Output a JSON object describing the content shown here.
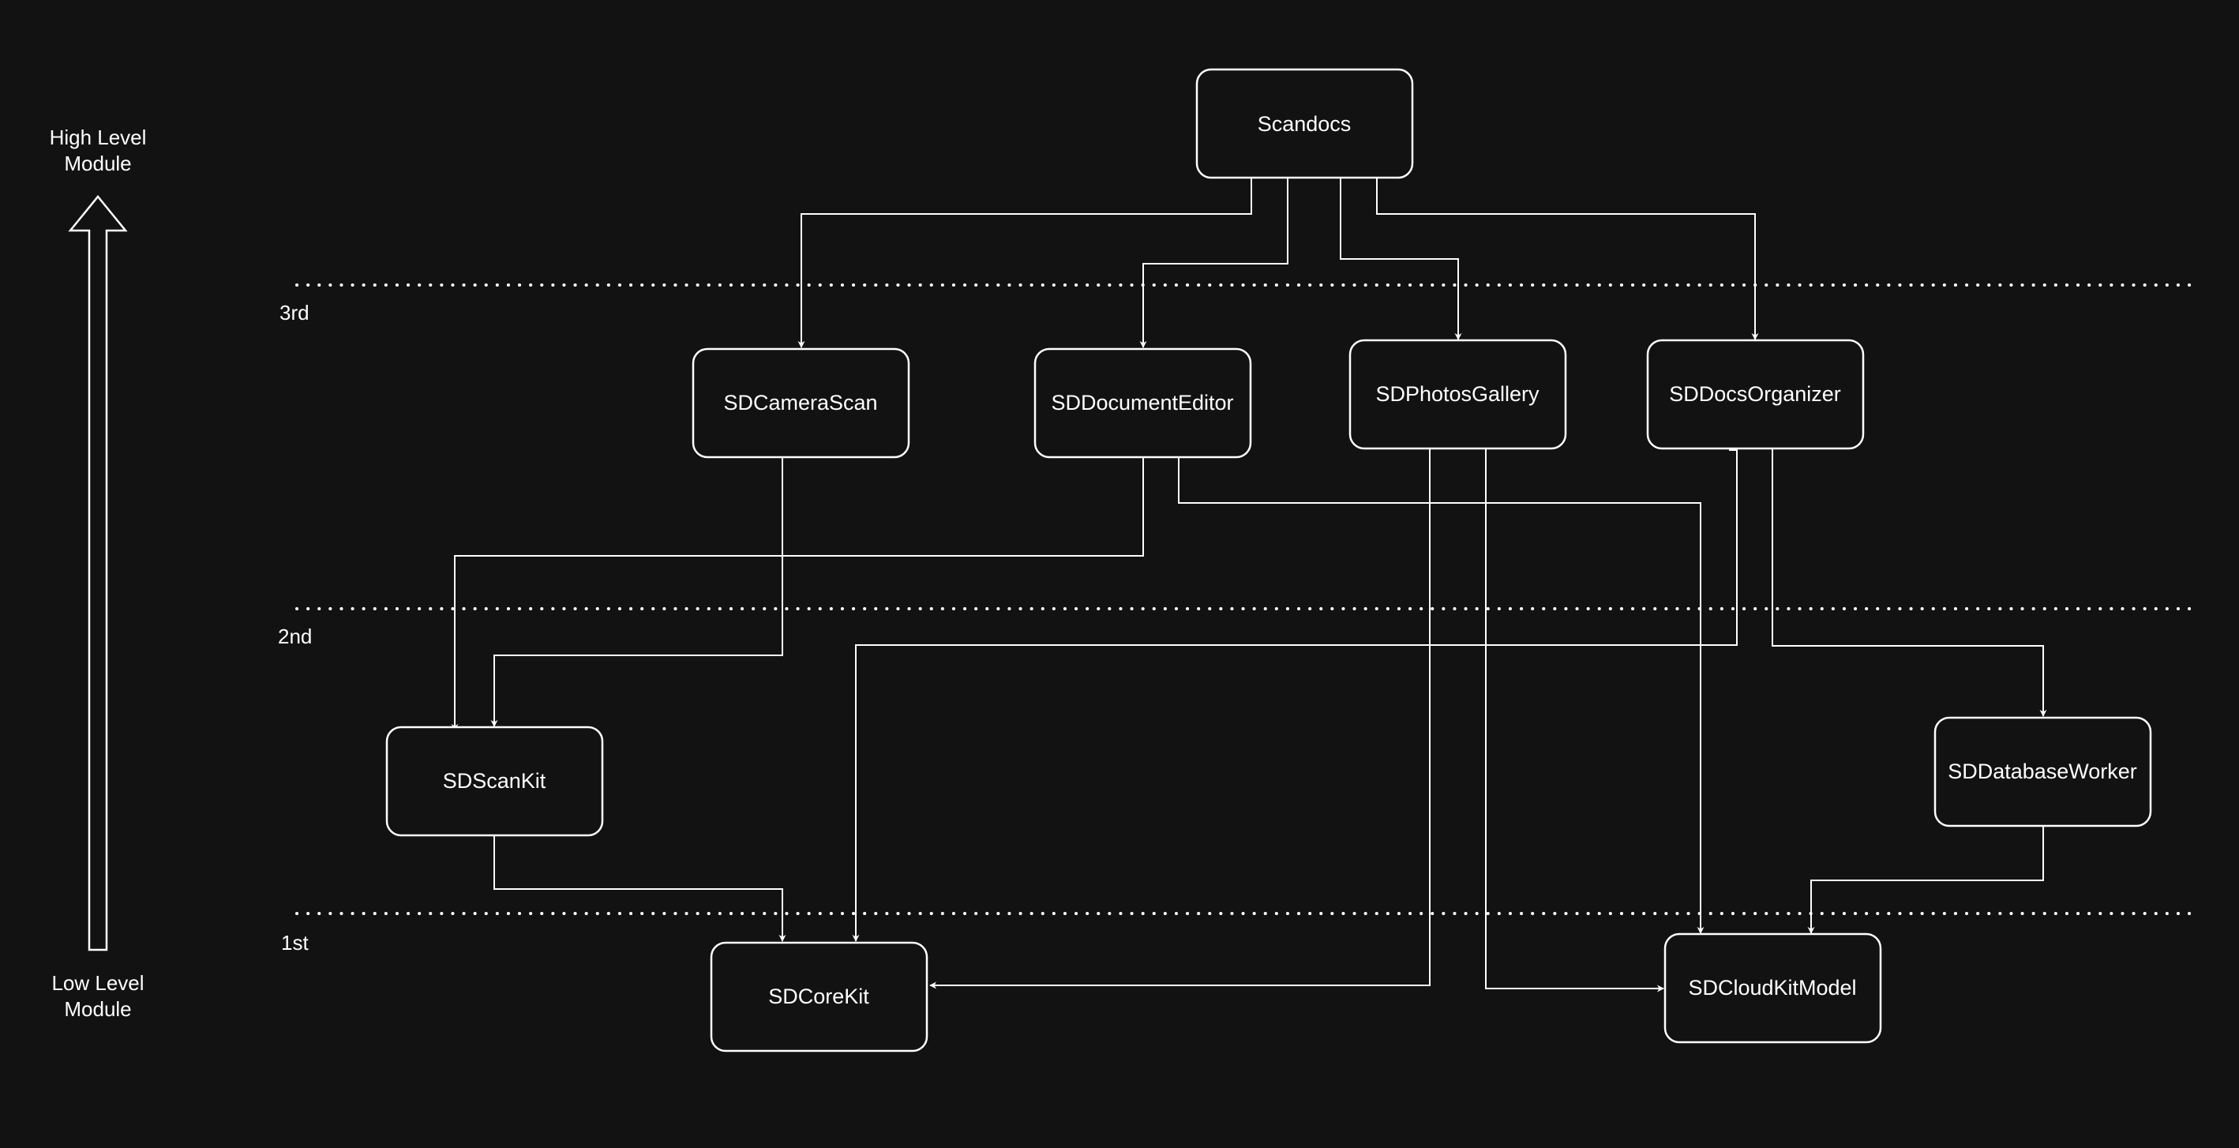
{
  "axis": {
    "top_label": [
      "High Level",
      "Module"
    ],
    "bottom_label": [
      "Low Level",
      "Module"
    ]
  },
  "levels": [
    "3rd",
    "2nd",
    "1st"
  ],
  "nodes": [
    {
      "id": "scandocs",
      "label": "Scandocs"
    },
    {
      "id": "camera",
      "label": "SDCameraScan"
    },
    {
      "id": "editor",
      "label": "SDDocumentEditor"
    },
    {
      "id": "gallery",
      "label": "SDPhotosGallery"
    },
    {
      "id": "organizer",
      "label": "SDDocsOrganizer"
    },
    {
      "id": "scankit",
      "label": "SDScanKit"
    },
    {
      "id": "dbworker",
      "label": "SDDatabaseWorker"
    },
    {
      "id": "corekit",
      "label": "SDCoreKit"
    },
    {
      "id": "cloudkit",
      "label": "SDCloudKitModel"
    }
  ],
  "edges": [
    {
      "from": "scandocs",
      "to": "camera"
    },
    {
      "from": "scandocs",
      "to": "editor"
    },
    {
      "from": "scandocs",
      "to": "gallery"
    },
    {
      "from": "scandocs",
      "to": "organizer"
    },
    {
      "from": "camera",
      "to": "scankit"
    },
    {
      "from": "editor",
      "to": "scankit"
    },
    {
      "from": "editor",
      "to": "cloudkit"
    },
    {
      "from": "gallery",
      "to": "corekit"
    },
    {
      "from": "gallery",
      "to": "cloudkit"
    },
    {
      "from": "organizer",
      "to": "corekit"
    },
    {
      "from": "organizer",
      "to": "dbworker"
    },
    {
      "from": "scankit",
      "to": "corekit"
    },
    {
      "from": "dbworker",
      "to": "cloudkit"
    }
  ],
  "colors": {
    "background": "#121212",
    "stroke": "#ffffff"
  }
}
